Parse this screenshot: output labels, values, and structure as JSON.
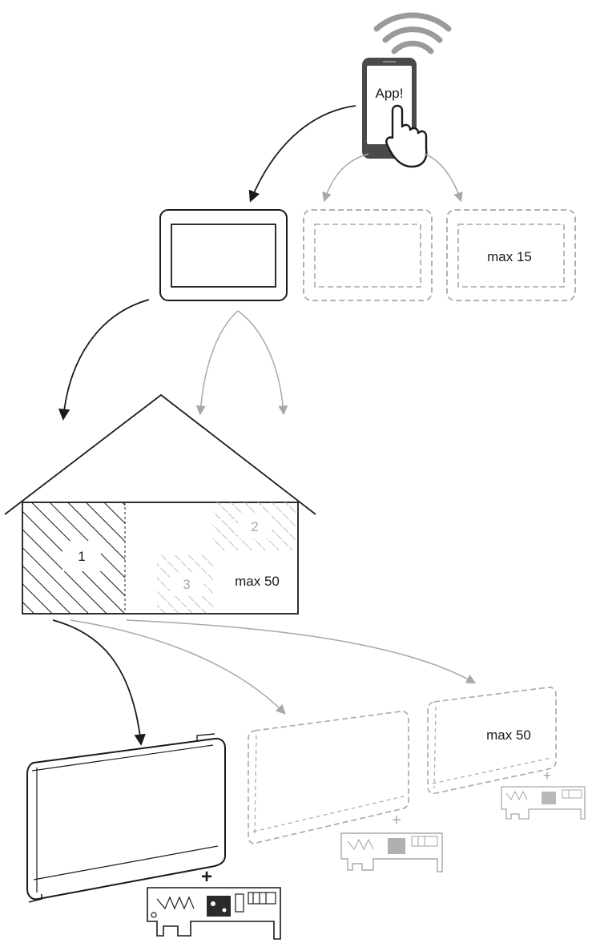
{
  "phone": {
    "screen_text": "App!"
  },
  "hubs": {
    "limit_label": "max 15"
  },
  "house": {
    "rooms": [
      "1",
      "2",
      "3"
    ],
    "limit_label": "max 50"
  },
  "heaters": {
    "limit_label": "max 50",
    "connector": "+"
  },
  "colors": {
    "primary": "#1a1a1a",
    "secondary": "#a8a8a8"
  }
}
